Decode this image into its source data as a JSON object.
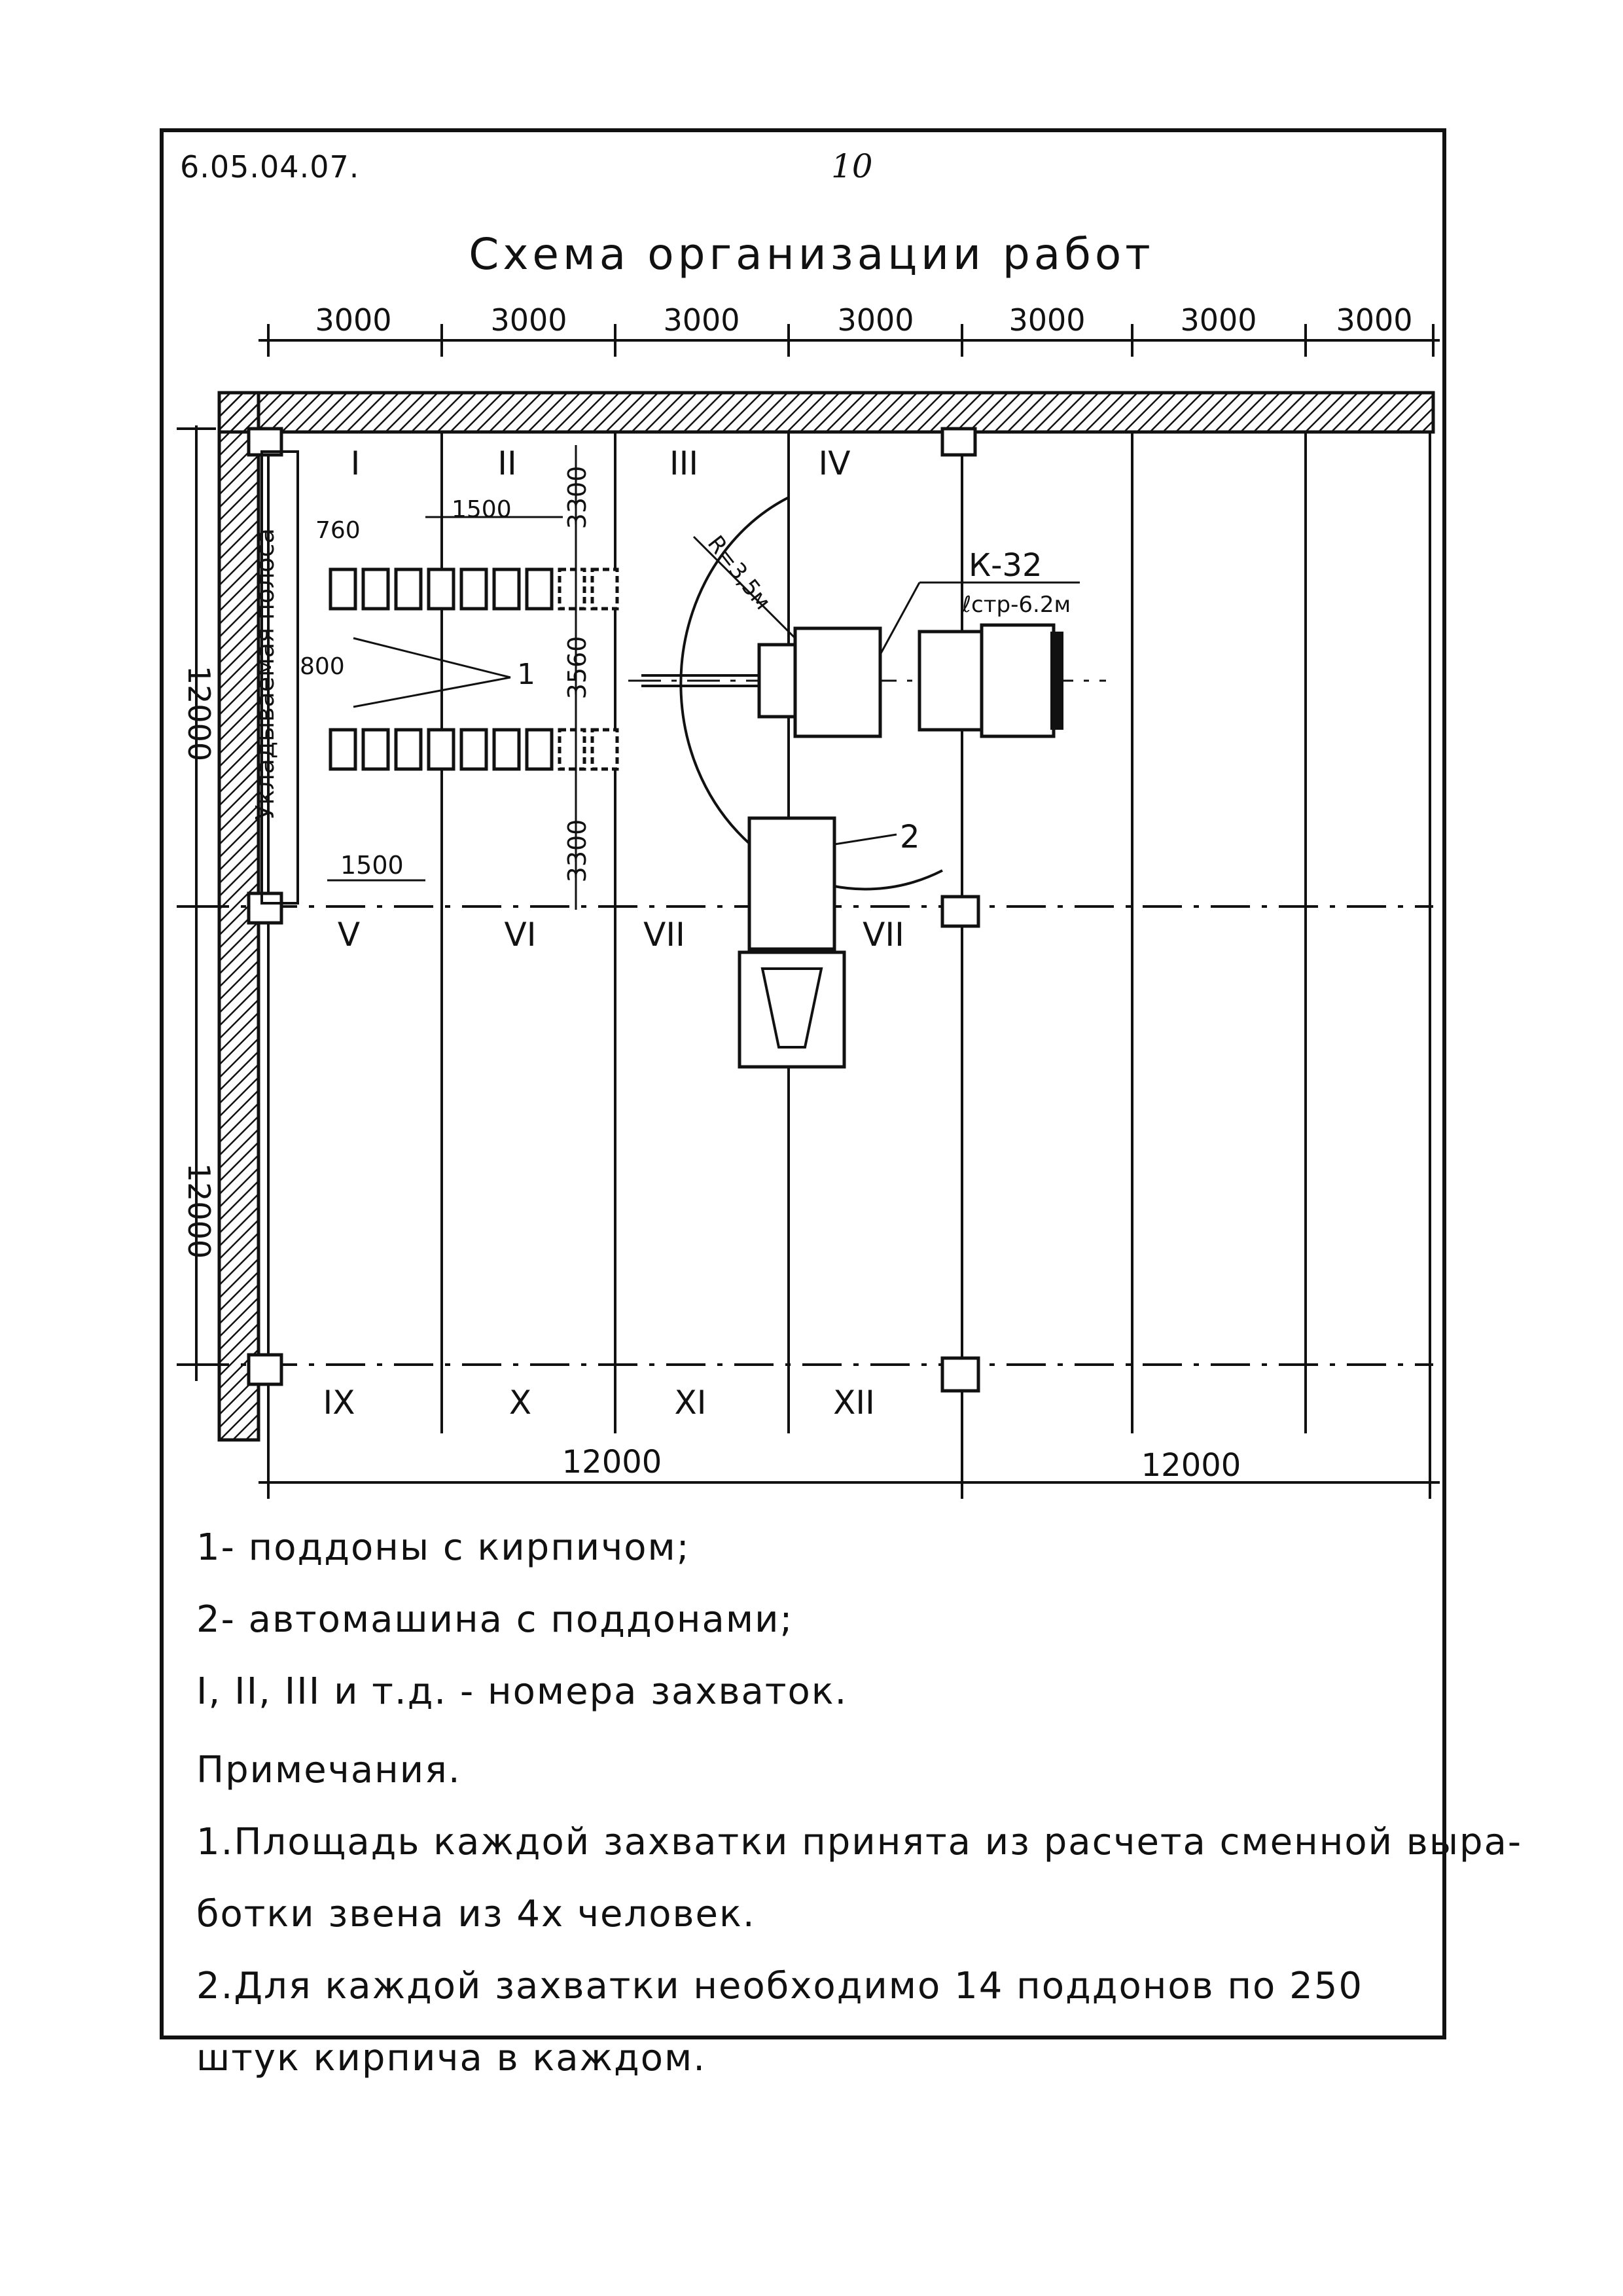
{
  "header": {
    "doc_code": "6.05.04.07.",
    "page_number": "10",
    "title": "Схема организации работ"
  },
  "dimensions": {
    "top_spans": [
      "3000",
      "3000",
      "3000",
      "3000",
      "3000",
      "3000",
      "3000"
    ],
    "bottom_spans": [
      "12000",
      "12000"
    ],
    "left_spans": [
      "12000",
      "12000"
    ],
    "inner": {
      "pallet_width": "760",
      "pallet_gap": "800",
      "aisle_top": "1500",
      "aisle_bottom": "1500",
      "vert_top": "3300",
      "vert_mid": "3560",
      "vert_bottom": "3300"
    }
  },
  "grips": [
    "I",
    "II",
    "III",
    "IV",
    "V",
    "VI",
    "VII",
    "VII",
    "IX",
    "X",
    "XI",
    "XII"
  ],
  "strip_label": "Укладываемая полоса",
  "crane": {
    "name": "К-32",
    "boom": "ℓстр-6.2м",
    "radius": "R=3,5м"
  },
  "callouts": {
    "pallets": "1",
    "truck": "2"
  },
  "legend": {
    "item1": "1- поддоны с кирпичом;",
    "item2": "2- автомашина с поддонами;",
    "item3": "I, II, III и т.д. - номера захваток.",
    "notes_head": "Примечания.",
    "note1_a": "1.Площадь каждой захватки принята из расчета сменной выра-",
    "note1_b": "ботки звена из 4х человек.",
    "note2_a": "2.Для каждой захватки необходимо 14 поддонов по 250",
    "note2_b": "штук кирпича в каждом."
  }
}
